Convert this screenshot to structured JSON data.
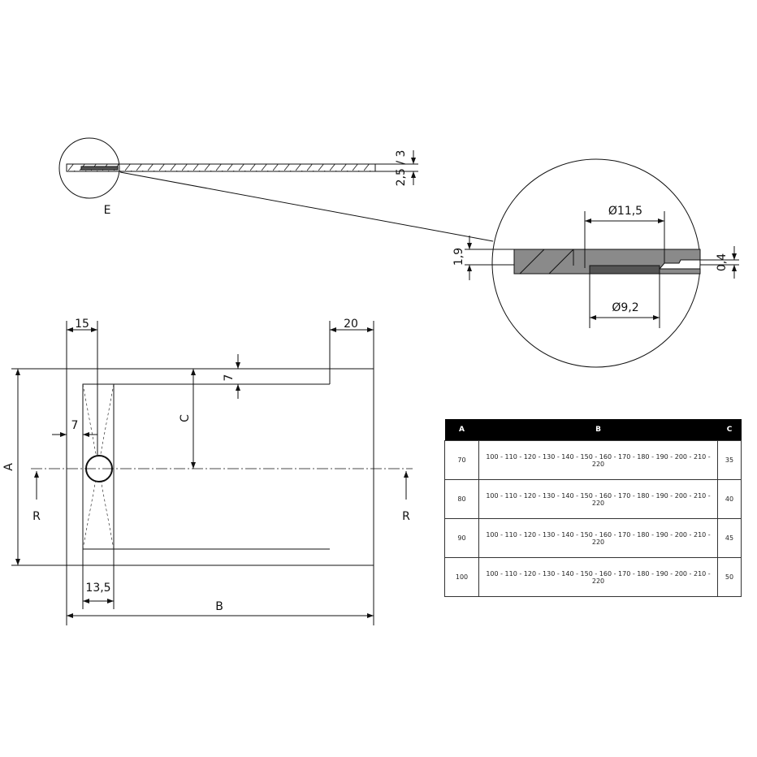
{
  "profile": {
    "detail_label": "E",
    "thickness": "2,5 / 3"
  },
  "detail": {
    "outer_diameter": "Ø11,5",
    "inner_diameter": "Ø9,2",
    "height": "1,9",
    "step": "0,4"
  },
  "plan": {
    "left_offset": "15",
    "right_offset": "20",
    "top_gap": "7",
    "side_gap": "7",
    "depth_label": "A",
    "center_label": "C",
    "length_label": "B",
    "drain_width": "13,5",
    "section_left": "R",
    "section_right": "R"
  },
  "table": {
    "headers": [
      "A",
      "B",
      "C"
    ],
    "rows": [
      [
        "70",
        "100 - 110 - 120 - 130 - 140 - 150 - 160 - 170 - 180 - 190 - 200 - 210 - 220",
        "35"
      ],
      [
        "80",
        "100 - 110 - 120 - 130 - 140 - 150 - 160 - 170 - 180 - 190 - 200 - 210 - 220",
        "40"
      ],
      [
        "90",
        "100 - 110 - 120 - 130 - 140 - 150 - 160 - 170 - 180 - 190 - 200 - 210 - 220",
        "45"
      ],
      [
        "100",
        "100 - 110 - 120 - 130 - 140 - 150 - 160 - 170 - 180 - 190 - 200 - 210 - 220",
        "50"
      ]
    ]
  },
  "colors": {
    "line": "#111111",
    "section_fill": "#8a8a8a",
    "header_bg": "#000000"
  }
}
